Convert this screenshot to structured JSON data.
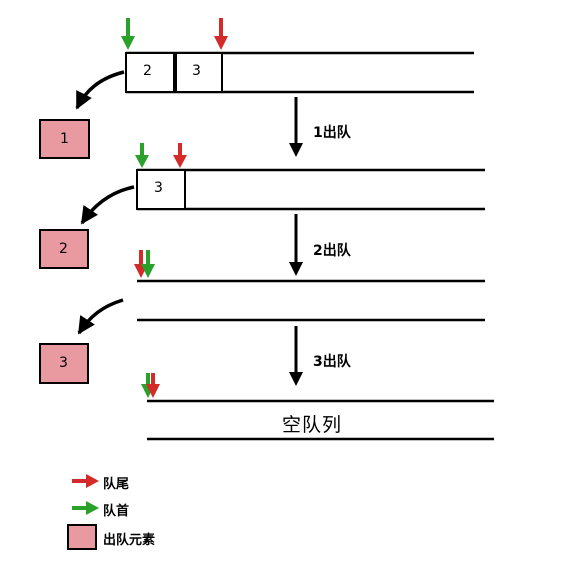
{
  "queue_contents": {
    "state_1": [
      "2",
      "3"
    ],
    "state_2": [
      "3"
    ]
  },
  "dequeued_elements": [
    "1",
    "2",
    "3"
  ],
  "steps": [
    "1出队",
    "2出队",
    "3出队"
  ],
  "empty_label": "空队列",
  "legend": {
    "tail": "队尾",
    "head": "队首",
    "dequeued": "出队元素"
  },
  "colors": {
    "head_arrow": "#2aa12a",
    "tail_arrow": "#d42a2a",
    "dequeued_fill": "#e89aa0"
  },
  "icons": {
    "head": "green-down-arrow-icon",
    "tail": "red-down-arrow-icon"
  }
}
